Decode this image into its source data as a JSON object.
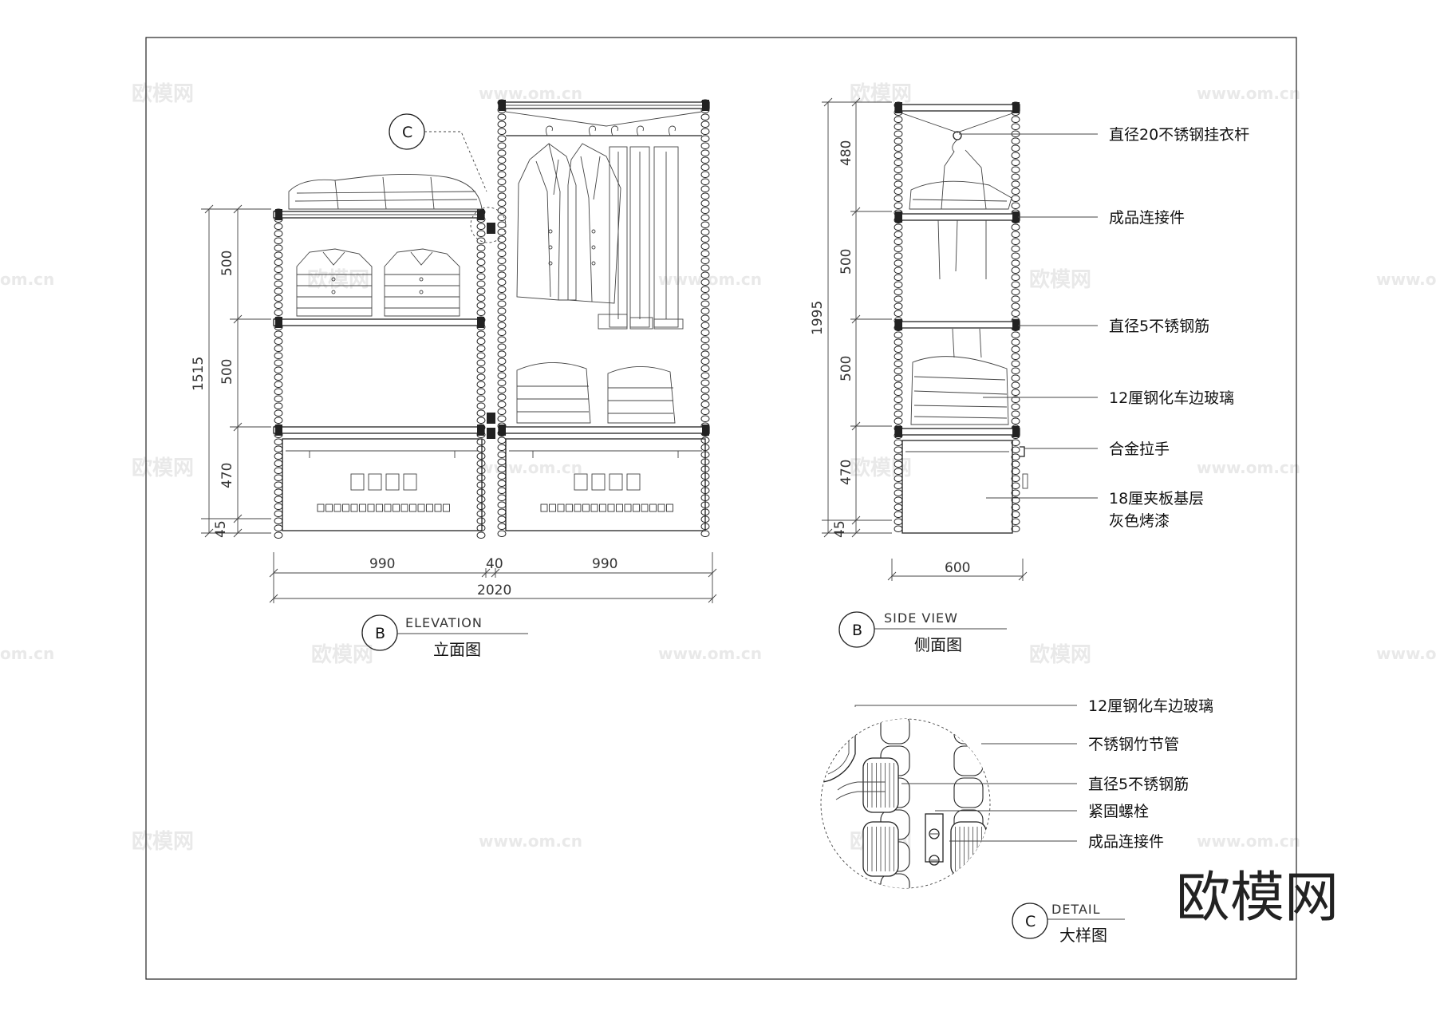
{
  "watermark": {
    "brand_cn": "欧模网",
    "url": "www.om.cn",
    "url_edge": "om.cn"
  },
  "brand_corner": "欧模网",
  "elevation": {
    "dims_left": [
      "500",
      "500",
      "470",
      "45"
    ],
    "dim_total_height": "1515",
    "dims_bottom": [
      "990",
      "40",
      "990"
    ],
    "dim_total_width": "2020",
    "callout_tag": "C",
    "title_marker": "B",
    "title_en": "ELEVATION",
    "title_cn": "立面图"
  },
  "side_view": {
    "dims_left": [
      "480",
      "500",
      "500",
      "470",
      "45"
    ],
    "dim_total_height": "1995",
    "dim_bottom": "600",
    "title_marker": "B",
    "title_en": "SIDE  VIEW",
    "title_cn": "侧面图",
    "labels": [
      "直径20不锈钢挂衣杆",
      "成品连接件",
      "直径5不锈钢筋",
      "12厘钢化车边玻璃",
      "合金拉手",
      "18厘夹板基层",
      "灰色烤漆"
    ]
  },
  "detail": {
    "labels": [
      "12厘钢化车边玻璃",
      "不锈钢竹节管",
      "直径5不锈钢筋",
      "紧固螺栓",
      "成品连接件"
    ],
    "title_marker": "C",
    "title_en": "DETAIL",
    "title_cn": "大样图"
  }
}
